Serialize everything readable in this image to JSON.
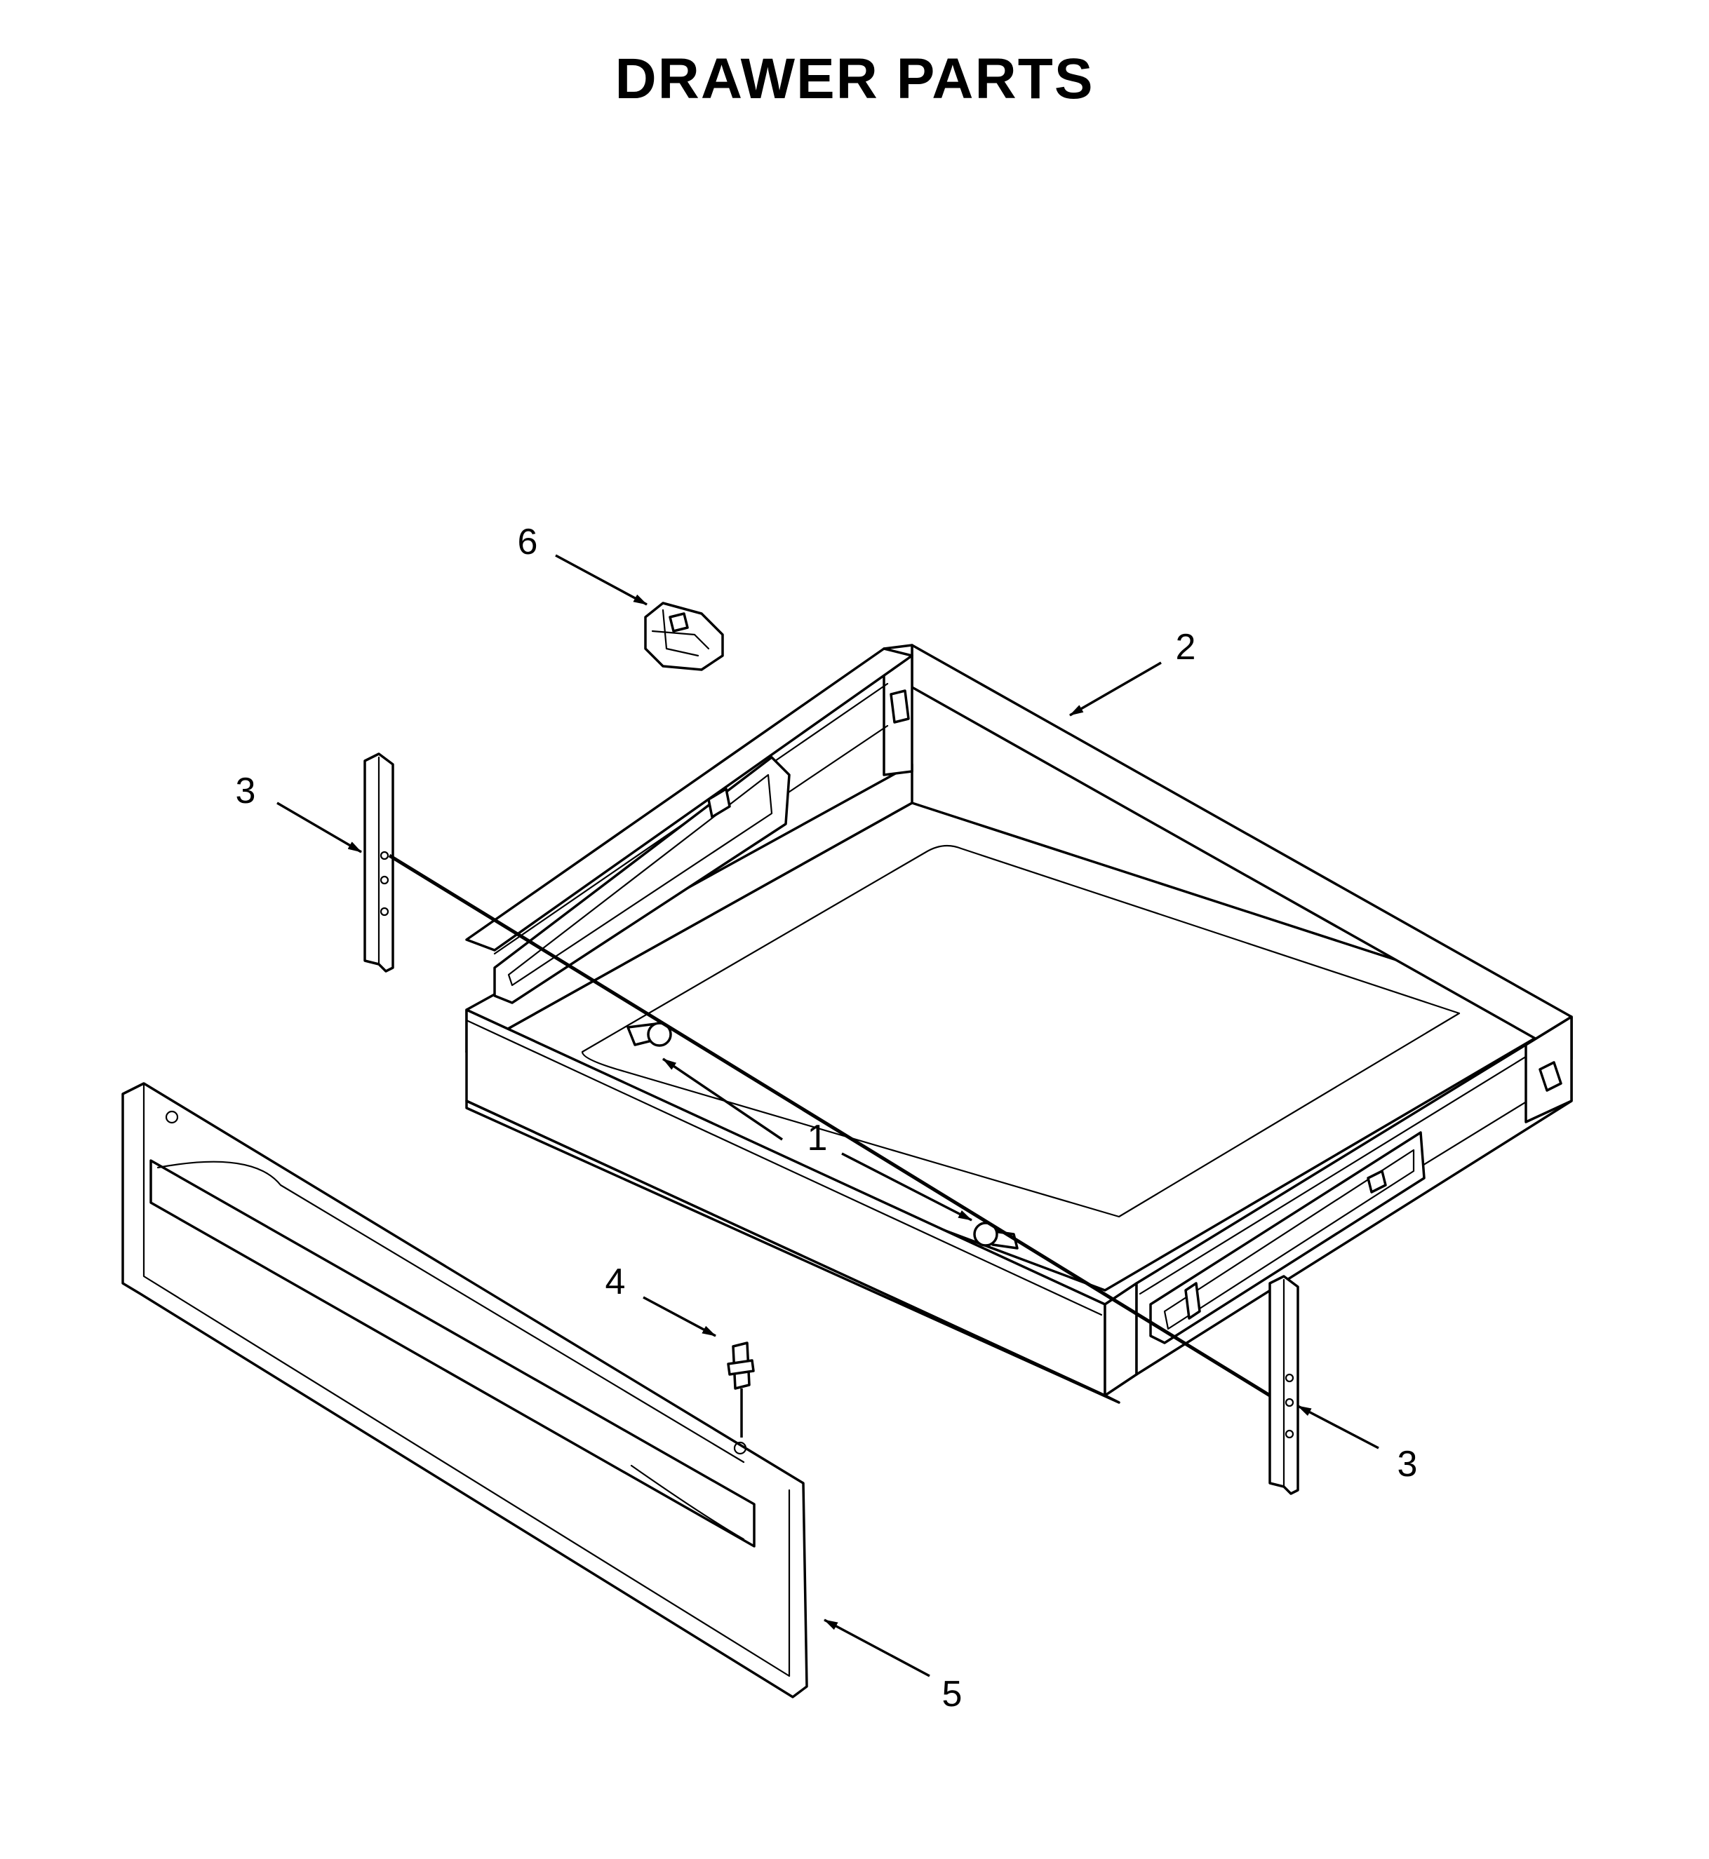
{
  "title": "DRAWER PARTS",
  "callouts": [
    {
      "id": "c1",
      "label": "1"
    },
    {
      "id": "c2",
      "label": "2"
    },
    {
      "id": "c3a",
      "label": "3"
    },
    {
      "id": "c3b",
      "label": "3"
    },
    {
      "id": "c4",
      "label": "4"
    },
    {
      "id": "c5",
      "label": "5"
    },
    {
      "id": "c6",
      "label": "6"
    }
  ],
  "colors": {
    "line": "#000000",
    "background": "#ffffff"
  }
}
